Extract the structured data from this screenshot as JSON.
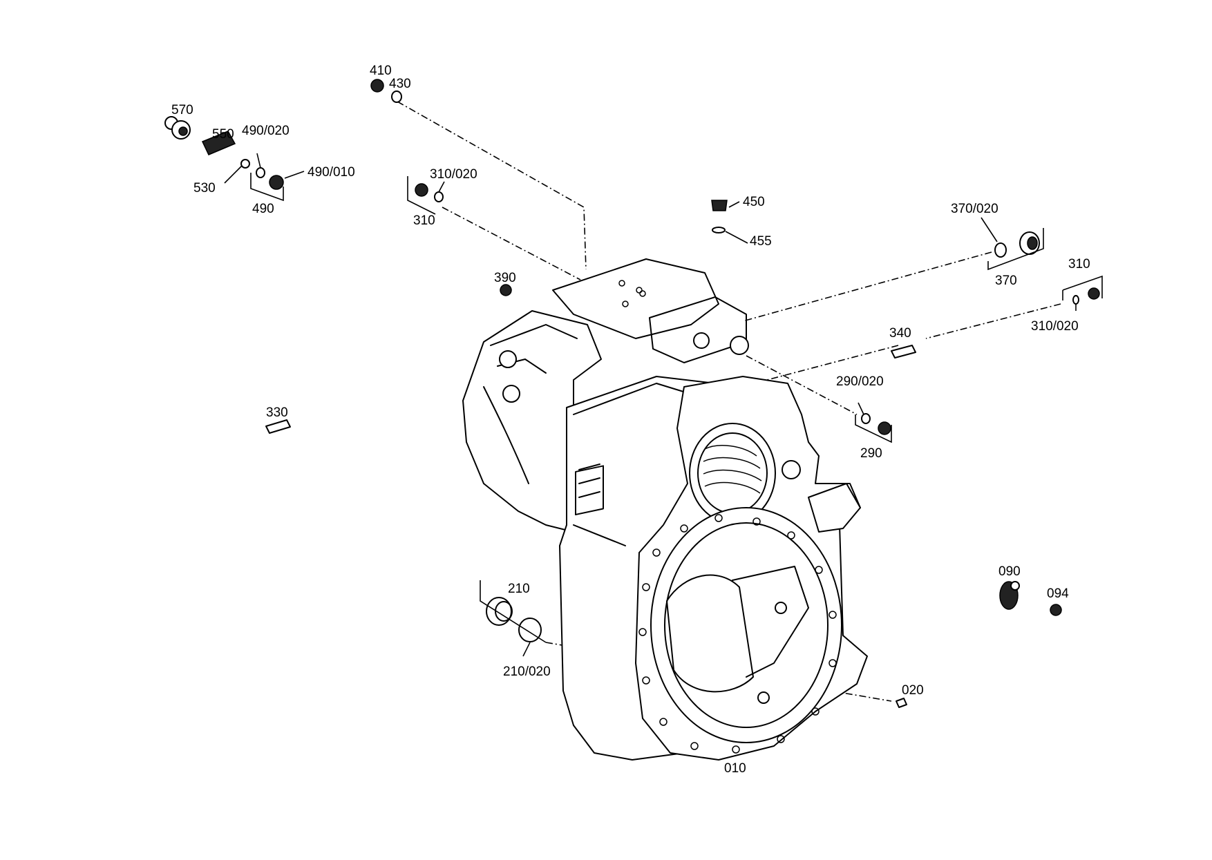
{
  "diagram": {
    "main_part_label": "010",
    "part_labels": [
      "410",
      "430",
      "570",
      "550",
      "490/020",
      "490/010",
      "530",
      "490",
      "310/020",
      "310",
      "450",
      "455",
      "390",
      "370/020",
      "370",
      "340",
      "310",
      "310/020",
      "290/020",
      "290",
      "330",
      "210",
      "210/020",
      "090",
      "094",
      "020"
    ]
  }
}
